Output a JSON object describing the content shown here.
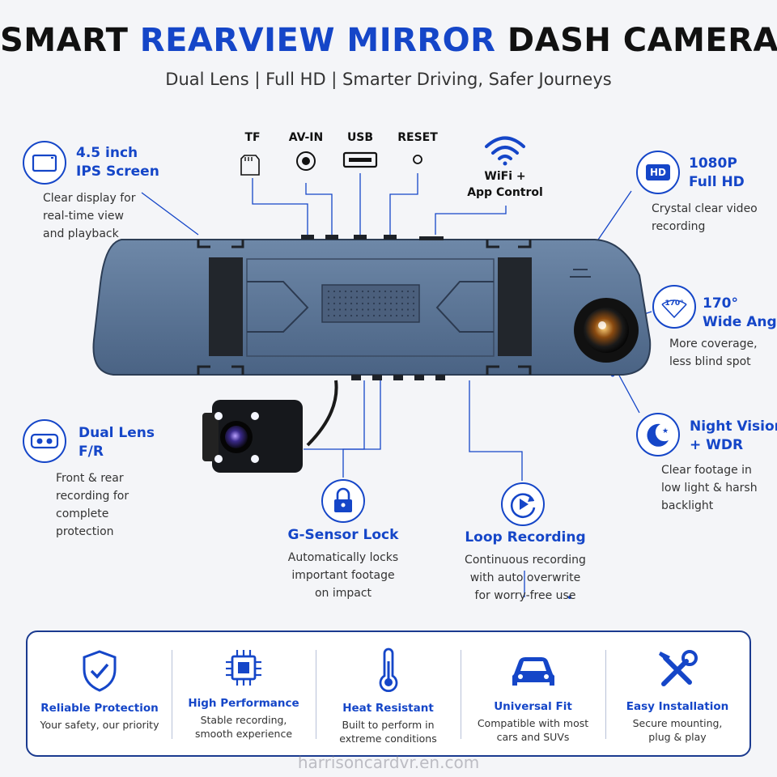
{
  "title": {
    "part1": "SMART ",
    "part2": "REARVIEW MIRROR",
    "part3": " DASH CAMERA"
  },
  "subtitle": "Dual Lens | Full HD | Smarter Driving, Safer Journeys",
  "ports": {
    "tf": "TF",
    "avin": "AV-IN",
    "usb": "USB",
    "reset": "RESET"
  },
  "wifi": {
    "line1": "WiFi +",
    "line2": "App Control"
  },
  "features": {
    "screen": {
      "title1": "4.5 inch",
      "title2": "IPS Screen",
      "desc1": "Clear display for",
      "desc2": "real-time view",
      "desc3": "and playback"
    },
    "hd": {
      "icon_text": "HD",
      "title1": "1080P",
      "title2": "Full HD",
      "desc1": "Crystal clear video",
      "desc2": "recording"
    },
    "wide": {
      "icon_text": "170°",
      "title1": "170°",
      "title2": "Wide Angle",
      "desc1": "More coverage,",
      "desc2": "less blind spot"
    },
    "night": {
      "title1": "Night Vision",
      "title2": "+ WDR",
      "desc1": "Clear footage in",
      "desc2": "low light & harsh",
      "desc3": "backlight"
    },
    "dual": {
      "title1": "Dual Lens",
      "title2": "F/R",
      "desc1": "Front & rear",
      "desc2": "recording for",
      "desc3": "complete",
      "desc4": "protection"
    },
    "gsensor": {
      "title": "G-Sensor Lock",
      "desc1": "Automatically locks",
      "desc2": "important footage",
      "desc3": "on impact"
    },
    "loop": {
      "title": "Loop Recording",
      "desc1": "Continuous recording",
      "desc2": "with auto overwrite",
      "desc3": "for worry-free use"
    }
  },
  "bottom": [
    {
      "title": "Reliable Protection",
      "desc1": "Your safety, our priority",
      "desc2": ""
    },
    {
      "title": "High Performance",
      "desc1": "Stable recording,",
      "desc2": "smooth experience"
    },
    {
      "title": "Heat Resistant",
      "desc1": "Built to perform in",
      "desc2": "extreme conditions"
    },
    {
      "title": "Universal Fit",
      "desc1": "Compatible with most",
      "desc2": "cars and SUVs"
    },
    {
      "title": "Easy Installation",
      "desc1": "Secure mounting,",
      "desc2": "plug & play"
    }
  ],
  "watermark": "harrisoncardvr.en.com",
  "colors": {
    "accent": "#1546c8",
    "mirror": "#5a7596",
    "frame": "#1a3a8f"
  }
}
